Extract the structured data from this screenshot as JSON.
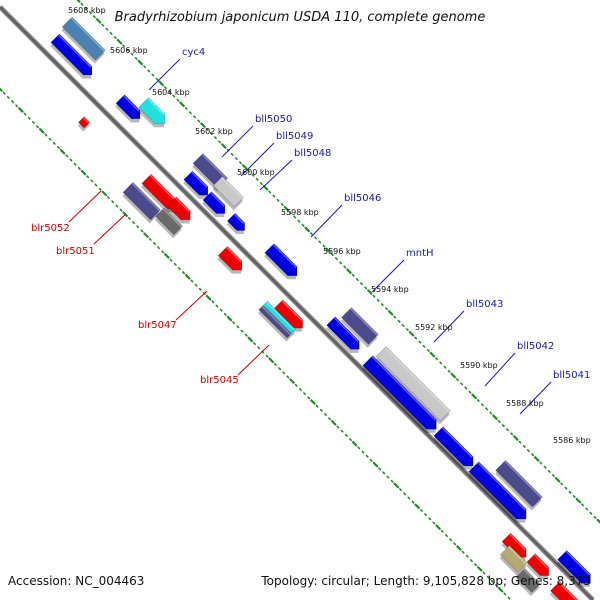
{
  "title": "Bradyrhizobium japonicum USDA 110, complete genome",
  "footer": {
    "accession": "Accession: NC_004463",
    "meta": "Topology: circular; Length: 9,105,828 bp; Genes: 8,373"
  },
  "colors": {
    "backbone": "#888888",
    "tick": "#228b22",
    "blue": "#0000e0",
    "red": "#ee0000",
    "purple": "#4a4a8c",
    "gray": "#c8c8c8",
    "darkgray": "#6a6a6a",
    "cyan": "#22e0e0",
    "steel": "#4a82b4",
    "khaki": "#b4aa72",
    "label_blue": "#1a1aa8",
    "label_red": "#cc0000"
  },
  "scale_labels": [
    "5608 kbp",
    "5606 kbp",
    "5604 kbp",
    "5602 kbp",
    "5600 kbp",
    "5598 kbp",
    "5596 kbp",
    "5594 kbp",
    "5592 kbp",
    "5590 kbp",
    "5588 kbp",
    "5586 kbp"
  ],
  "gene_labels_forward": [
    "cyc4",
    "bll5050",
    "bll5049",
    "bll5048",
    "bll5046",
    "mntH",
    "bll5043",
    "bll5042",
    "bll5041"
  ],
  "gene_labels_reverse": [
    "blr5052",
    "blr5051",
    "blr5047",
    "blr5045"
  ]
}
